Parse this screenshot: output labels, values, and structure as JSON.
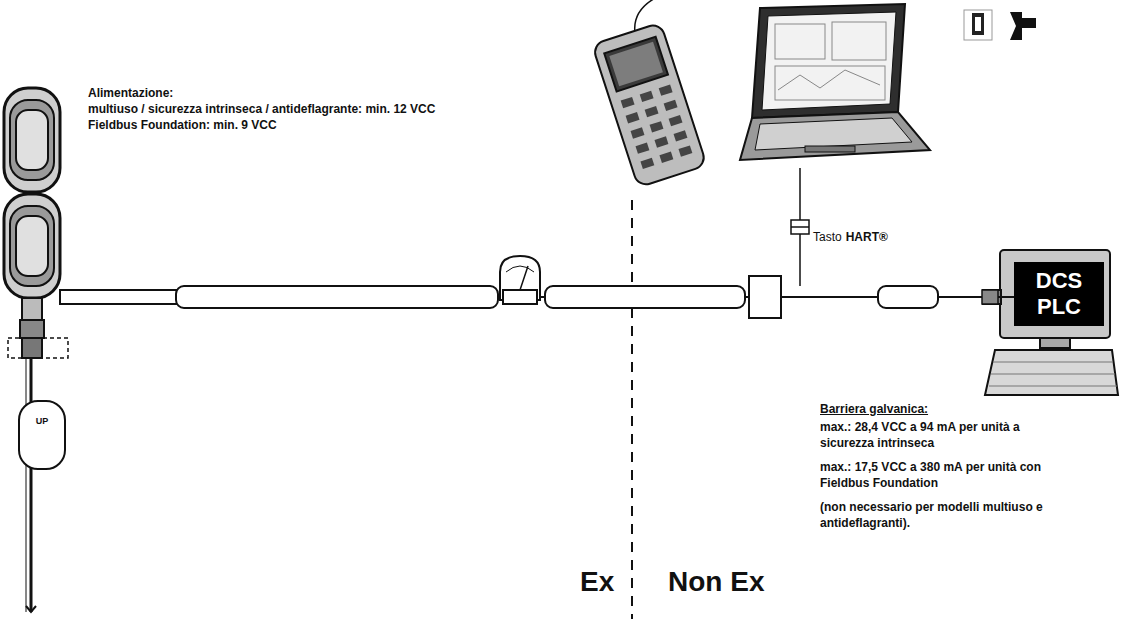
{
  "diagram": {
    "nodes": [
      {
        "text": [
          "UP"
        ]
      },
      {
        "text": [
          "Barriera galvanica:",
          "max.: 28,4 VCC a 94 mA per unità a sicurezza intrinseca",
          "max.: 17,5 VCC a 380 mA per unità con Fieldbus Foundation",
          "(non necessario per modelli multiuso e antideflagranti)."
        ]
      },
      {
        "text": [
          "DCS PLC"
        ]
      }
    ],
    "edges": [
      {
        "from": 1,
        "to": 2,
        "arrow": "none"
      }
    ],
    "labels": [
      "Alimentazione:",
      "multiuso / sicurezza intrinseca / antideflagrante: min. 12 VCC",
      "Fieldbus Foundation: min. 9 VCC",
      "Tasto",
      "HART®",
      "Ex",
      "Non Ex"
    ]
  }
}
